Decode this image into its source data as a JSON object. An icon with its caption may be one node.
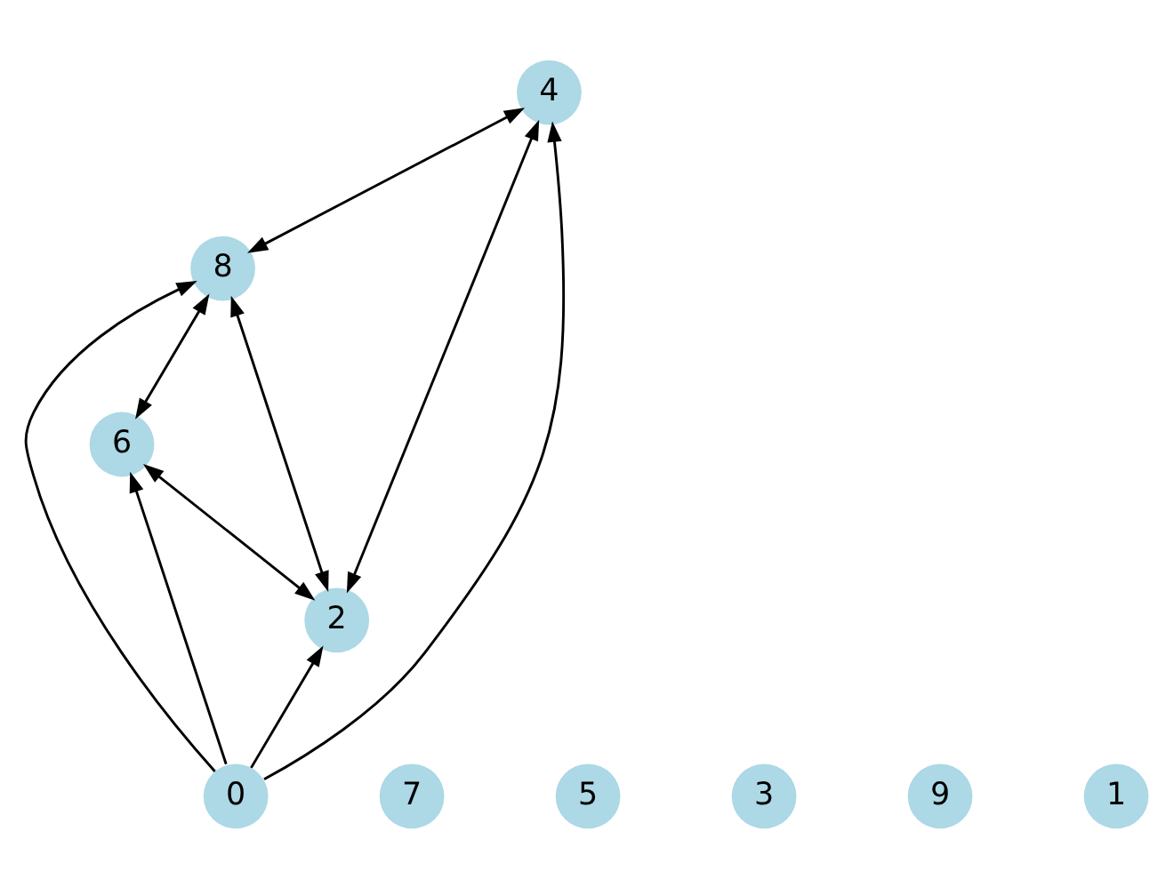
{
  "diagram": {
    "nodes": [
      {
        "text": [
          "2"
        ]
      },
      {
        "text": [
          "6"
        ]
      },
      {
        "text": [
          "7"
        ]
      },
      {
        "text": [
          "8"
        ]
      },
      {
        "text": [
          "5"
        ]
      },
      {
        "text": [
          "4"
        ]
      },
      {
        "text": [
          "3"
        ]
      },
      {
        "text": [
          "9"
        ]
      },
      {
        "text": [
          "0"
        ]
      },
      {
        "text": [
          "1"
        ]
      }
    ],
    "edges": [
      {
        "from": 8,
        "to": 0,
        "arrow": "to"
      },
      {
        "from": 8,
        "to": 1,
        "arrow": "to"
      },
      {
        "from": 8,
        "to": 3,
        "arrow": "to"
      },
      {
        "from": 8,
        "to": 5,
        "arrow": "to"
      },
      {
        "from": 0,
        "to": 1,
        "arrow": "both"
      },
      {
        "from": 0,
        "to": 3,
        "arrow": "both"
      },
      {
        "from": 0,
        "to": 5,
        "arrow": "both"
      },
      {
        "from": 1,
        "to": 3,
        "arrow": "both"
      },
      {
        "from": 3,
        "to": 5,
        "arrow": "both"
      }
    ]
  }
}
